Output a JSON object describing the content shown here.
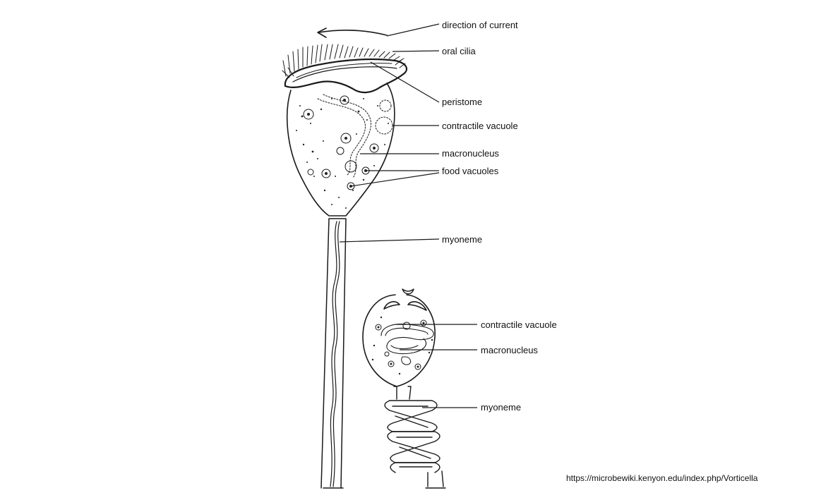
{
  "diagram": {
    "extended": {
      "labels": {
        "direction_of_current": "direction of current",
        "oral_cilia": "oral cilia",
        "peristome": "peristome",
        "contractile_vacuole": "contractile vacuole",
        "macronucleus": "macronucleus",
        "food_vacuoles": "food vacuoles",
        "myoneme": "myoneme"
      }
    },
    "contracted": {
      "labels": {
        "contractile_vacuole": "contractile vacuole",
        "macronucleus": "macronucleus",
        "myoneme": "myoneme"
      }
    },
    "source_url": "https://microbewiki.kenyon.edu/index.php/Vorticella"
  }
}
